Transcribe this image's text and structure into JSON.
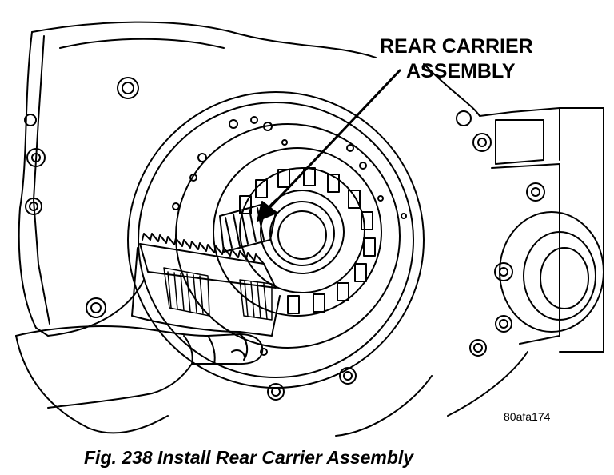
{
  "callout": {
    "line1": "REAR CARRIER",
    "line2": "ASSEMBLY"
  },
  "figure_code": "80afa174",
  "caption": "Fig. 238 Install Rear Carrier Assembly",
  "colors": {
    "ink": "#000000",
    "paper": "#ffffff"
  }
}
